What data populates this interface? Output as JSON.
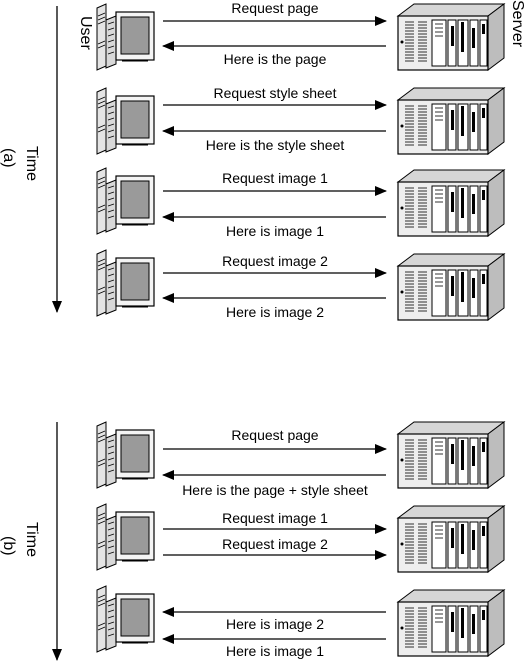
{
  "panel_a": {
    "id_label": "(a)",
    "time_label": "Time",
    "user_label": "User",
    "server_label": "Server",
    "messages": [
      {
        "text": "Request page",
        "dir": "to-server"
      },
      {
        "text": "Here is the page",
        "dir": "to-user"
      },
      {
        "text": "Request style sheet",
        "dir": "to-server"
      },
      {
        "text": "Here is the style sheet",
        "dir": "to-user"
      },
      {
        "text": "Request image 1",
        "dir": "to-server"
      },
      {
        "text": "Here is image 1",
        "dir": "to-user"
      },
      {
        "text": "Request image 2",
        "dir": "to-server"
      },
      {
        "text": "Here is image 2",
        "dir": "to-user"
      }
    ]
  },
  "panel_b": {
    "id_label": "(b)",
    "time_label": "Time",
    "messages": [
      {
        "text": "Request page",
        "dir": "to-server"
      },
      {
        "text": "Here is the page + style sheet",
        "dir": "to-user"
      },
      {
        "text": "Request image 1",
        "dir": "to-server"
      },
      {
        "text": "Request image 2",
        "dir": "to-server"
      },
      {
        "text": "Here is image 2",
        "dir": "to-user"
      },
      {
        "text": "Here is image 1",
        "dir": "to-user"
      }
    ]
  },
  "icons": {
    "computer": "computer-icon",
    "server": "server-icon"
  },
  "colors": {
    "line": "#000000",
    "screen": "#9a9a9a",
    "case_light": "#eeeeee",
    "case_side": "#c8c8c8"
  }
}
